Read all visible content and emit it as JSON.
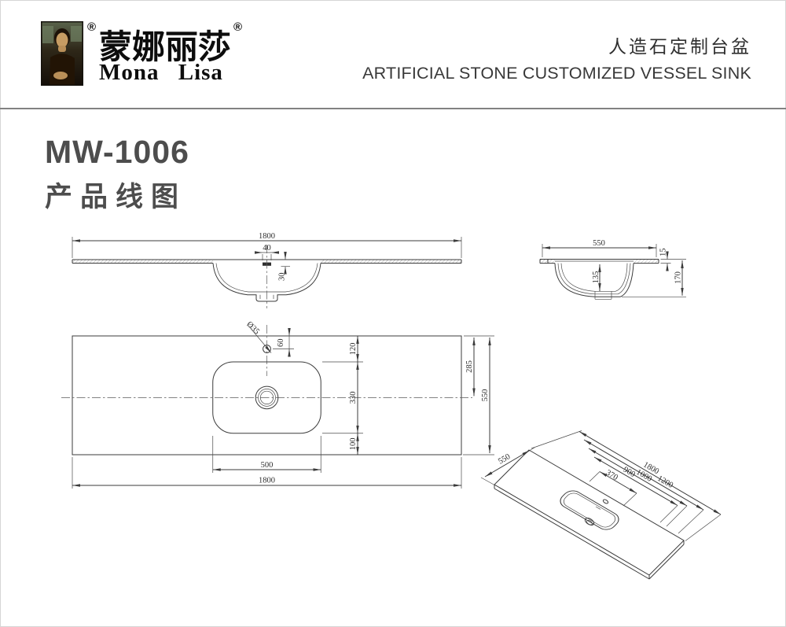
{
  "header": {
    "logo_icon": "mona-lisa-painting",
    "reg_mark": "®",
    "brand_cn": "蒙娜丽莎",
    "brand_en": "Mona Lisa",
    "product_cn": "人造石定制台盆",
    "product_en": "ARTIFICIAL STONE CUSTOMIZED VESSEL SINK"
  },
  "title": {
    "model": "MW-1006",
    "subtitle": "产品线图"
  },
  "views": {
    "front": {
      "dims": {
        "width": "1800",
        "hole_width": "40",
        "hole_depth": "30"
      }
    },
    "side": {
      "dims": {
        "depth": "550",
        "thickness": "15",
        "bowl_depth": "135",
        "height": "170"
      }
    },
    "plan": {
      "dims": {
        "width": "1800",
        "bowl_width": "500",
        "hole_dia": "Ø35",
        "hole_offset": "60",
        "edge_to_bowl": "120",
        "bowl_length": "330",
        "bowl_to_edge": "100",
        "edge_to_center": "285",
        "depth": "550"
      }
    },
    "iso": {
      "dims": {
        "depth": "550",
        "pos_370": "370",
        "pos_900": "900",
        "pos_1000": "1000",
        "pos_1200": "1200",
        "length": "1800"
      }
    }
  },
  "colors": {
    "line": "#3b3b3b",
    "title_text": "#4d4d4d",
    "divider": "#828282",
    "page_bg": "#ffffff"
  }
}
